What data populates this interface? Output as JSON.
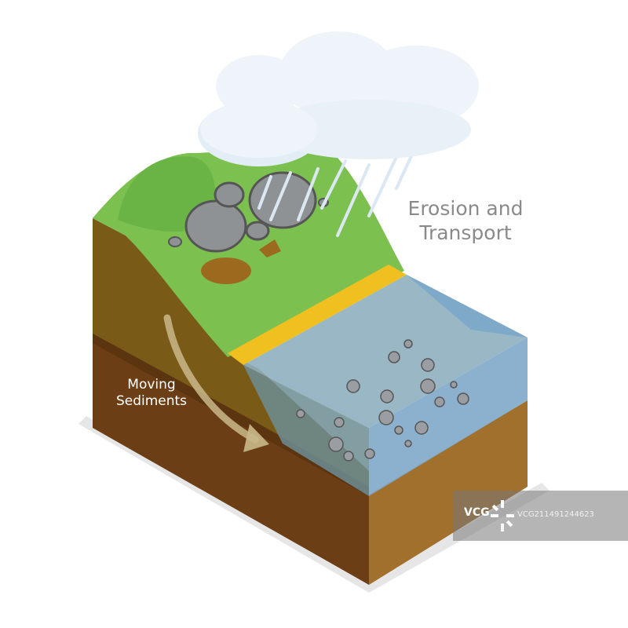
{
  "title": {
    "line1": "Erosion and",
    "line2": "Transport"
  },
  "annotation": {
    "line1": "Moving",
    "line2": "Sediments"
  },
  "watermark": {
    "logo": "VCG",
    "id": "VCG211491244623"
  },
  "colors": {
    "grass": "#7cc04f",
    "grass_dark": "#5fa63a",
    "soil_top": "#7a5a17",
    "soil_bottom": "#6b3e15",
    "soil_side": "#a2702d",
    "water": "#7fa9c9",
    "water_deep": "#6d8d93",
    "sand": "#f0c020",
    "rock": "#8f9295",
    "cloud": "#eef4fa",
    "rain": "#dbe8f3"
  }
}
